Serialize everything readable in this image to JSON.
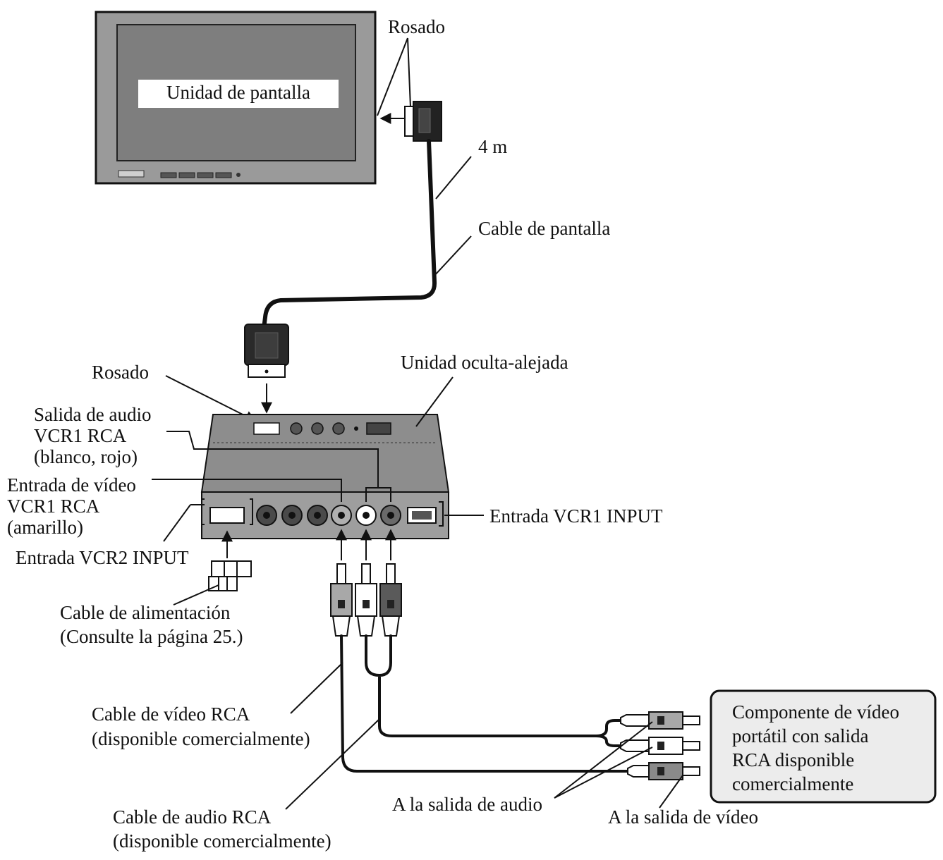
{
  "labels": {
    "display_unit": "Unidad de pantalla",
    "pink_top": "Rosado",
    "length": "4 m",
    "display_cable": "Cable de pantalla",
    "pink_bottom": "Rosado",
    "remote_unit": "Unidad oculta-alejada",
    "audio_out_l1": "Salida de audio",
    "audio_out_l2": "VCR1 RCA",
    "audio_out_l3": "(blanco, rojo)",
    "video_in_l1": "Entrada de vídeo",
    "video_in_l2": "VCR1 RCA",
    "video_in_l3": "(amarillo)",
    "vcr2_input": "Entrada VCR2 INPUT",
    "vcr1_input": "Entrada VCR1 INPUT",
    "power_l1": "Cable de alimentación",
    "power_l2": "(Consulte la página 25.)",
    "video_cable_l1": "Cable de vídeo RCA",
    "video_cable_l2": "(disponible comercialmente)",
    "audio_cable_l1": "Cable de audio RCA",
    "audio_cable_l2": "(disponible comercialmente)",
    "to_audio_out": "A la salida de audio",
    "to_video_out": "A la salida de vídeo",
    "component_l1": "Componente de vídeo",
    "component_l2": "portátil con salida",
    "component_l3": "RCA disponible",
    "component_l4": "comercialmente"
  }
}
